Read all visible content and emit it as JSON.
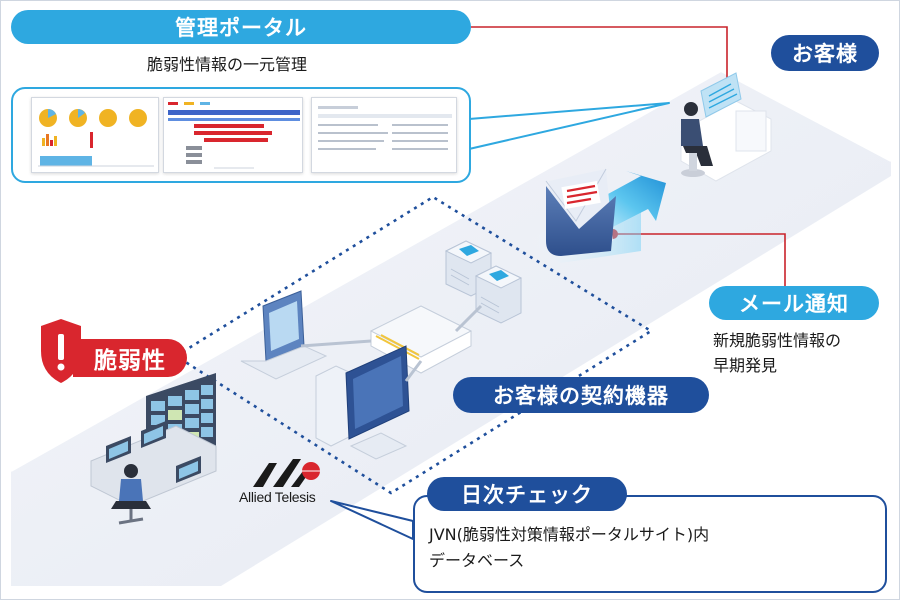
{
  "labels": {
    "portal_title": "管理ポータル",
    "portal_caption": "脆弱性情報の一元管理",
    "customer": "お客様",
    "mail_title": "メール通知",
    "mail_caption_line1": "新規脆弱性情報の",
    "mail_caption_line2": "早期発見",
    "vulnerability": "脆弱性",
    "contract_devices": "お客様の契約機器",
    "daily_check": "日次チェック",
    "database_line1": "JVN(脆弱性対策情報ポータルサイト)内",
    "database_line2": "データベース",
    "logo_text": "Allied Telesis"
  },
  "icons": {
    "customer": "office-worker-icon",
    "mail": "envelope-icon",
    "alert": "shield-alert-icon",
    "database": "database-search-icon",
    "servers": "server-stack-icon",
    "laptop": "laptop-icon",
    "pc": "desktop-pc-icon",
    "switch": "network-switch-icon",
    "soc": "monitoring-room-icon"
  },
  "colors": {
    "cyan": "#2ea8e0",
    "navy": "#1f4f9c",
    "red": "#d9262e",
    "platform": "#eef1f7"
  }
}
